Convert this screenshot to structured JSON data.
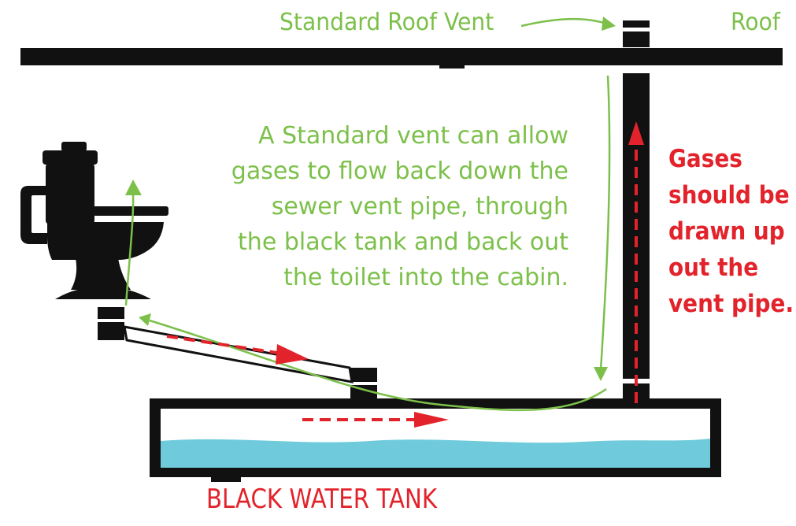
{
  "labels": {
    "standard_roof_vent": "Standard Roof Vent",
    "roof": "Roof",
    "black_water_tank": "BLACK WATER TANK"
  },
  "explanation_lines": [
    "A Standard vent can allow",
    "gases to flow back down the",
    "sewer vent pipe, through",
    "the black tank and back out",
    "the toilet into the cabin."
  ],
  "gases_lines": [
    "Gases",
    "should be",
    "drawn up",
    "out the",
    "vent pipe."
  ],
  "colors": {
    "green": "#7cc04a",
    "red": "#e3232b",
    "structure": "#111111",
    "water": "#6fcbdc"
  },
  "icons": {
    "toilet": "toilet-icon"
  }
}
